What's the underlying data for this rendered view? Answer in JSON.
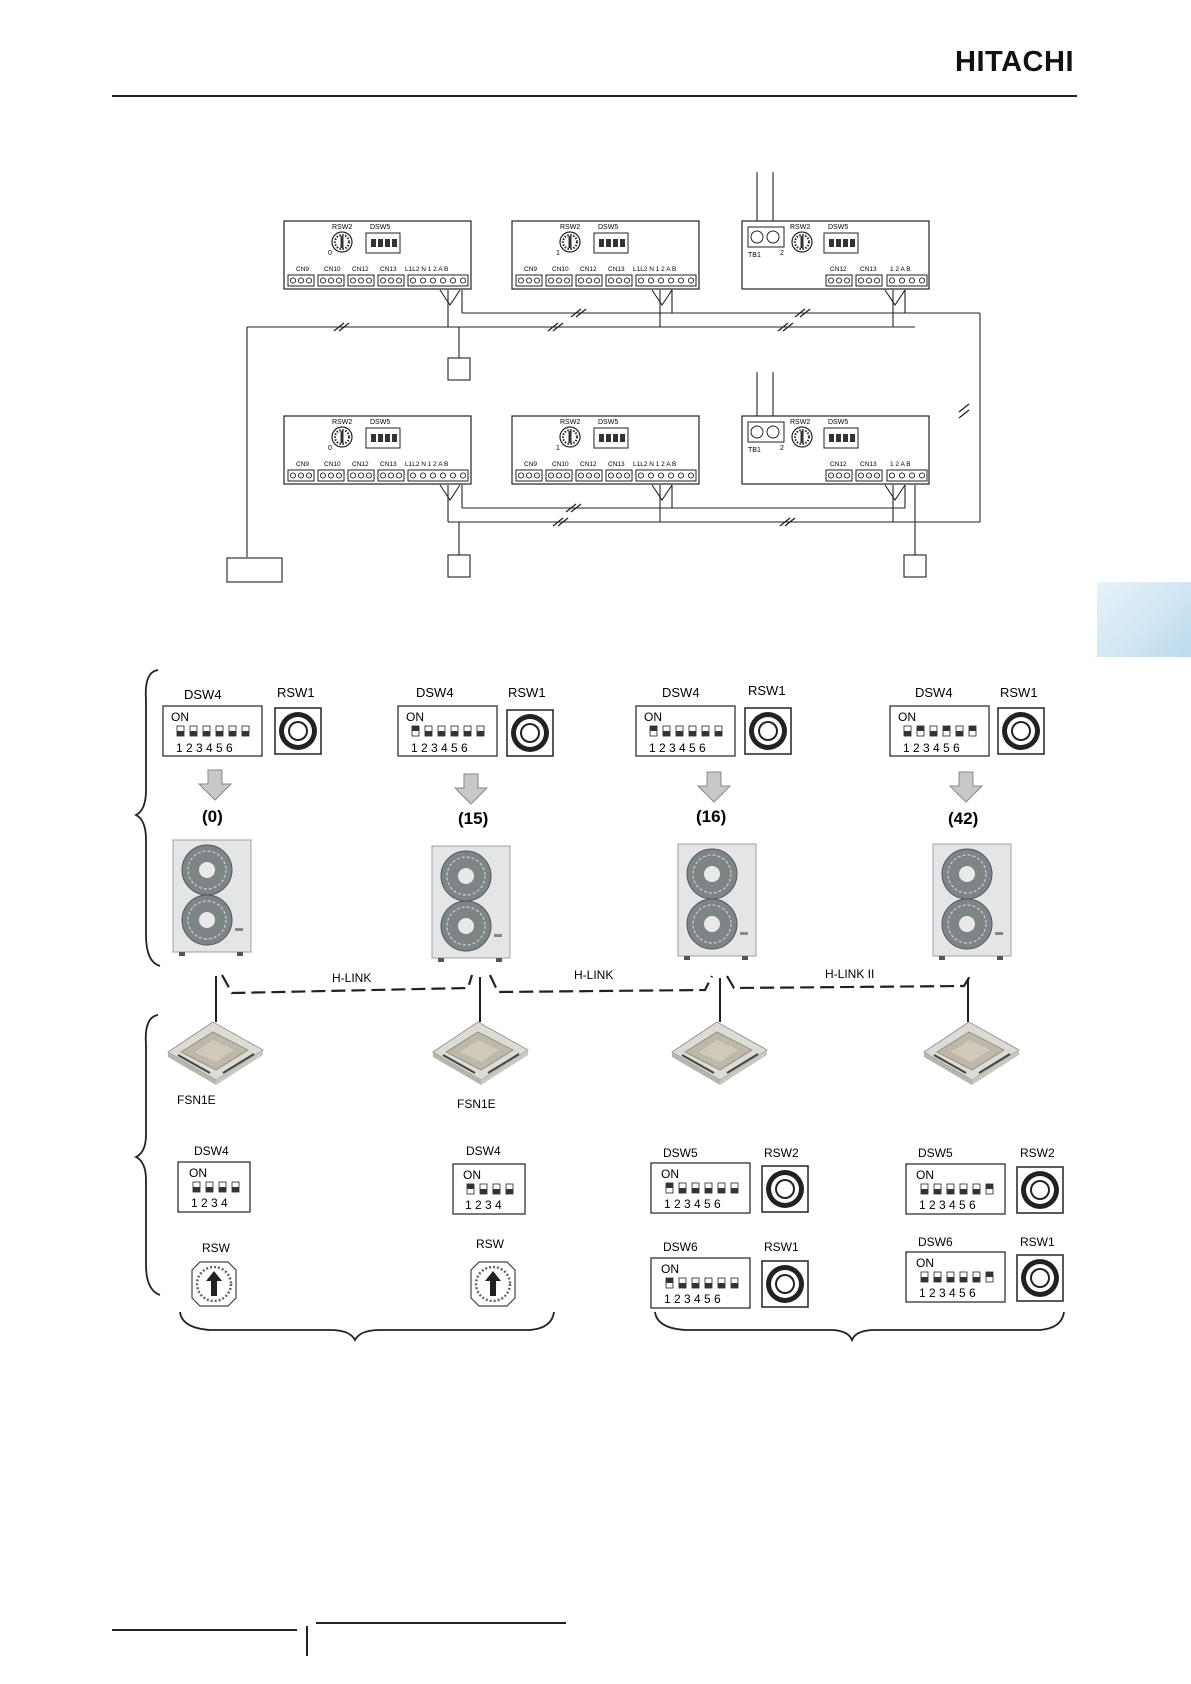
{
  "header": {
    "brand": "HITACHI"
  },
  "pcb": {
    "labels": {
      "rsw2": "RSW2",
      "dsw5": "DSW5",
      "tb1": "TB1",
      "cn9": "CN9",
      "cn10": "CN10",
      "cn12": "CN12",
      "cn13": "CN13",
      "terminals_full": "L1L2 N 1 2 A B",
      "terminals_short": "1 2 A B",
      "dial_0": "0",
      "dial_1": "1",
      "dial_2": "2"
    }
  },
  "outdoor": [
    {
      "dsw": "DSW4",
      "rsw": "RSW1",
      "on": "ON",
      "pins": "1 2 3 4 5 6",
      "address": "(0)"
    },
    {
      "dsw": "DSW4",
      "rsw": "RSW1",
      "on": "ON",
      "pins": "1 2 3 4 5 6",
      "address": "(15)"
    },
    {
      "dsw": "DSW4",
      "rsw": "RSW1",
      "on": "ON",
      "pins": "1 2 3 4 5 6",
      "address": "(16)"
    },
    {
      "dsw": "DSW4",
      "rsw": "RSW1",
      "on": "ON",
      "pins": "1 2 3 4 5 6",
      "address": "(42)"
    }
  ],
  "links": [
    "H-LINK",
    "H-LINK",
    "H-LINK II"
  ],
  "indoor": [
    {
      "model": "FSN1E",
      "dsw": "DSW4",
      "on": "ON",
      "pins": "1 2 3 4",
      "rsw": "RSW"
    },
    {
      "model": "FSN1E",
      "dsw": "DSW4",
      "on": "ON",
      "pins": "1 2 3 4",
      "rsw": "RSW"
    },
    {
      "model": "",
      "dsw_a": "DSW5",
      "rsw_a": "RSW2",
      "dsw_b": "DSW6",
      "rsw_b": "RSW1",
      "on": "ON",
      "pins": "1 2 3 4 5 6"
    },
    {
      "model": "",
      "dsw_a": "DSW5",
      "rsw_a": "RSW2",
      "dsw_b": "DSW6",
      "rsw_b": "RSW1",
      "on": "ON",
      "pins": "1 2 3 4 5 6"
    }
  ],
  "colors": {
    "line": "#222222",
    "panel_fill": "#eef0f0",
    "unit_body": "#e6e8e8",
    "side_tab": "#cfe5f3"
  }
}
